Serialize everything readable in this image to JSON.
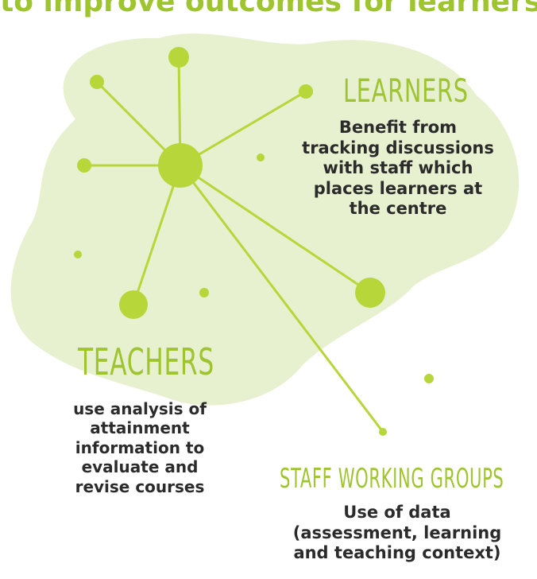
{
  "title": "to improve outcomes for learners",
  "colors": {
    "accent": "#9ec42f",
    "blob": "#e7f0cf",
    "node": "#b7d63a",
    "text": "#2b2b2b"
  },
  "sections": {
    "learners": {
      "heading": "LEARNERS",
      "lines": [
        "Benefit from",
        "tracking discussions",
        "with staff which",
        "places learners at",
        "the centre"
      ]
    },
    "teachers": {
      "heading": "TEACHERS",
      "lines": [
        "use analysis of",
        "attainment",
        "information to",
        "evaluate and",
        "revise courses"
      ]
    },
    "staff": {
      "heading": "STAFF WORKING GROUPS",
      "lines": [
        "Use of data",
        "(assessment, learning",
        "and teaching context)"
      ]
    }
  }
}
